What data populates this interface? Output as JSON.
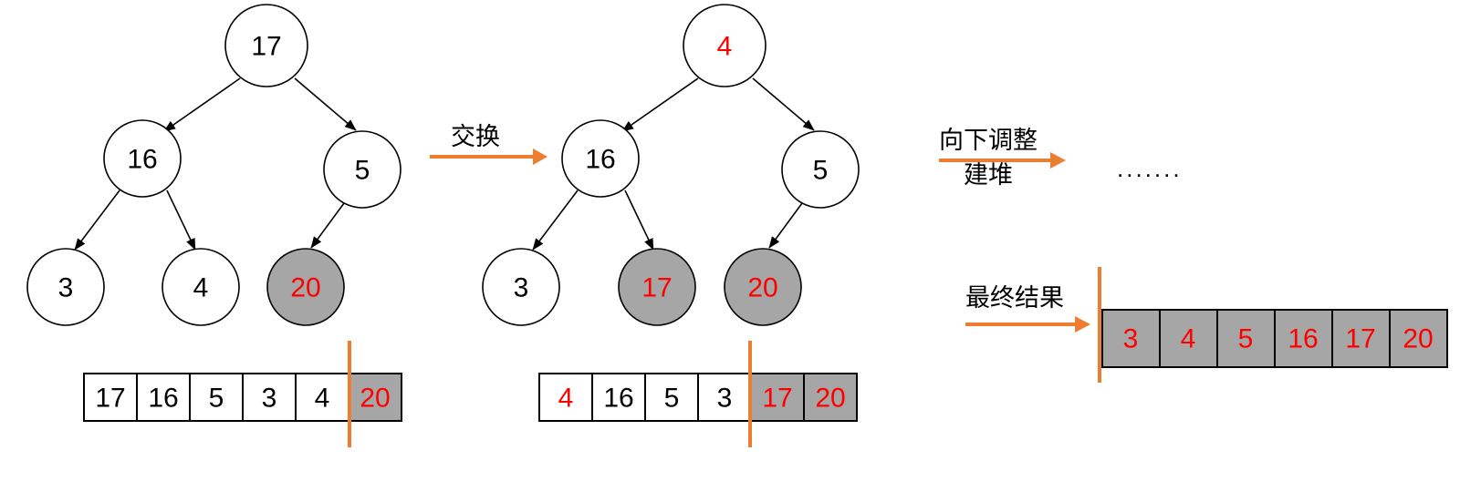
{
  "colors": {
    "accent_orange": "#ED7D31",
    "highlight_red": "#FF0000",
    "sorted_gray": "#A6A6A6",
    "stroke_black": "#000000",
    "background": "#FFFFFF"
  },
  "labels": {
    "swap": "交换",
    "sift_down_line1": "向下调整",
    "sift_down_line2": "建堆",
    "final_result": "最终结果",
    "ellipsis": "......."
  },
  "stage1": {
    "tree": {
      "nodes": [
        {
          "id": "s1-root",
          "value": "17",
          "red": false,
          "gray": false
        },
        {
          "id": "s1-left",
          "value": "16",
          "red": false,
          "gray": false
        },
        {
          "id": "s1-right",
          "value": "5",
          "red": false,
          "gray": false
        },
        {
          "id": "s1-ll",
          "value": "3",
          "red": false,
          "gray": false
        },
        {
          "id": "s1-lr",
          "value": "4",
          "red": false,
          "gray": false
        },
        {
          "id": "s1-rl",
          "value": "20",
          "red": true,
          "gray": true
        }
      ]
    },
    "array": {
      "cells": [
        {
          "value": "17",
          "red": false,
          "gray": false
        },
        {
          "value": "16",
          "red": false,
          "gray": false
        },
        {
          "value": "5",
          "red": false,
          "gray": false
        },
        {
          "value": "3",
          "red": false,
          "gray": false
        },
        {
          "value": "4",
          "red": false,
          "gray": false
        },
        {
          "value": "20",
          "red": true,
          "gray": true
        }
      ],
      "divider_after_index": 5
    }
  },
  "stage2": {
    "tree": {
      "nodes": [
        {
          "id": "s2-root",
          "value": "4",
          "red": true,
          "gray": false
        },
        {
          "id": "s2-left",
          "value": "16",
          "red": false,
          "gray": false
        },
        {
          "id": "s2-right",
          "value": "5",
          "red": false,
          "gray": false
        },
        {
          "id": "s2-ll",
          "value": "3",
          "red": false,
          "gray": false
        },
        {
          "id": "s2-lr",
          "value": "17",
          "red": true,
          "gray": true
        },
        {
          "id": "s2-rl",
          "value": "20",
          "red": true,
          "gray": true
        }
      ]
    },
    "array": {
      "cells": [
        {
          "value": "4",
          "red": true,
          "gray": false
        },
        {
          "value": "16",
          "red": false,
          "gray": false
        },
        {
          "value": "5",
          "red": false,
          "gray": false
        },
        {
          "value": "3",
          "red": false,
          "gray": false
        },
        {
          "value": "17",
          "red": true,
          "gray": true
        },
        {
          "value": "20",
          "red": true,
          "gray": true
        }
      ],
      "divider_after_index": 4
    }
  },
  "stage3": {
    "array": {
      "cells": [
        {
          "value": "3",
          "red": true,
          "gray": true
        },
        {
          "value": "4",
          "red": true,
          "gray": true
        },
        {
          "value": "5",
          "red": true,
          "gray": true
        },
        {
          "value": "16",
          "red": true,
          "gray": true
        },
        {
          "value": "17",
          "red": true,
          "gray": true
        },
        {
          "value": "20",
          "red": true,
          "gray": true
        }
      ],
      "divider_after_index": 0
    }
  }
}
